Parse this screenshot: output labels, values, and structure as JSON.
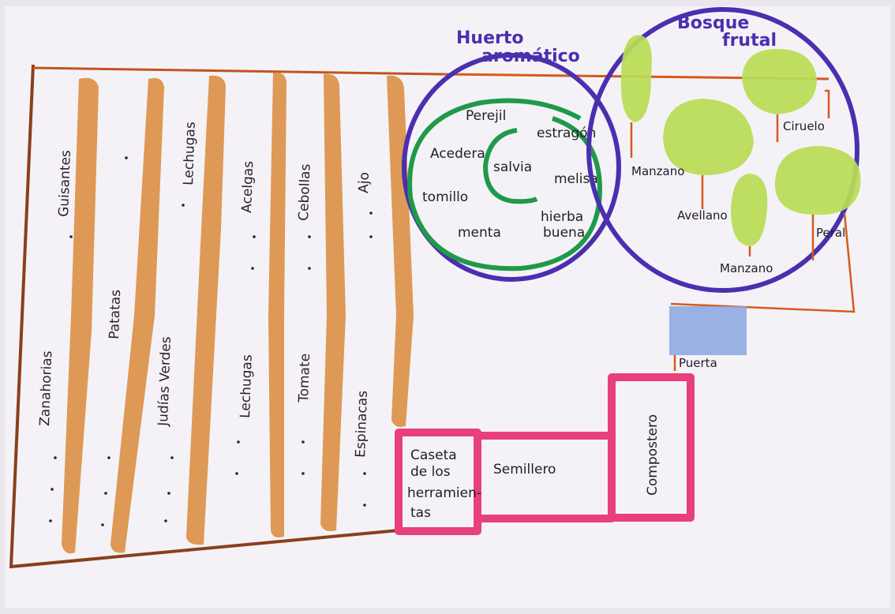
{
  "rows": [
    {
      "left": "Zanahorias",
      "right": "Guisantes"
    },
    {
      "left": "Patatas",
      "right": ""
    },
    {
      "left": "Judías Verdes",
      "right": "Lechugas"
    },
    {
      "left": "Lechugas",
      "right": "Acelgas"
    },
    {
      "left": "Tomate",
      "right": "Cebollas"
    },
    {
      "left": "Espinacas",
      "right": "Ajo"
    }
  ],
  "huerto_aromatico": {
    "title_line1": "Huerto",
    "title_line2": "aromático",
    "herbs": [
      "Perejil",
      "estragón",
      "Acedera",
      "salvia",
      "melisa",
      "tomillo",
      "menta",
      "hierba",
      "buena"
    ]
  },
  "bosque_frutal": {
    "title_line1": "Bosque",
    "title_line2": "frutal",
    "trees": [
      "Manzano",
      "Ciruelo",
      "Avellano",
      "Manzano",
      "Peral"
    ]
  },
  "buildings": {
    "puerta": "Puerta",
    "caseta_line1": "Caseta",
    "caseta_line2": "de los",
    "caseta_line3": "herramien-",
    "caseta_line4": "tas",
    "semillero": "Semillero",
    "compostero": "Compostero"
  },
  "colors": {
    "bed_orange": "#d98a3a",
    "border_brown": "#8a3f1c",
    "fence_orange": "#d45a1e",
    "herb_purple": "#4a2fb0",
    "herb_green": "#1f9a4a",
    "tree_green": "#b9dd55",
    "pink": "#e8407a",
    "door_blue": "#8aa6e0"
  }
}
